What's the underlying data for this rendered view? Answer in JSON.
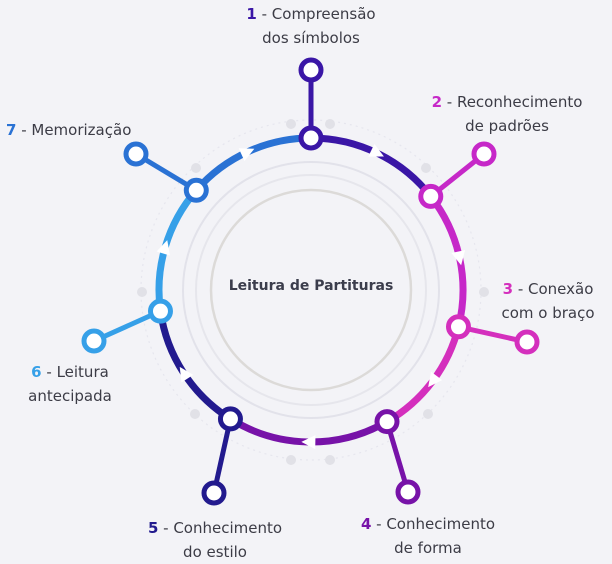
{
  "title": "Leitura de Partituras",
  "colors": {
    "background": "#f3f3f7",
    "step1": "#3a16a6",
    "step2": "#c628c8",
    "step3": "#d42fbd",
    "step4": "#7712a8",
    "step5": "#221a8e",
    "step6": "#36a0e8",
    "step7": "#2a72d4"
  },
  "steps": [
    {
      "number": "1",
      "lines": [
        "Compreensão",
        "dos símbolos"
      ],
      "color": "#3a16a6"
    },
    {
      "number": "2",
      "lines": [
        "Reconhecimento",
        "de padrões"
      ],
      "color": "#c628c8"
    },
    {
      "number": "3",
      "lines": [
        "Conexão",
        "com o braço"
      ],
      "color": "#d42fbd"
    },
    {
      "number": "4",
      "lines": [
        "Conhecimento",
        "de forma"
      ],
      "color": "#7712a8"
    },
    {
      "number": "5",
      "lines": [
        "Conhecimento",
        "do estilo"
      ],
      "color": "#221a8e"
    },
    {
      "number": "6",
      "lines": [
        "Leitura",
        "antecipada"
      ],
      "color": "#36a0e8"
    },
    {
      "number": "7",
      "lines": [
        "Memorização"
      ],
      "color": "#2a72d4"
    }
  ]
}
